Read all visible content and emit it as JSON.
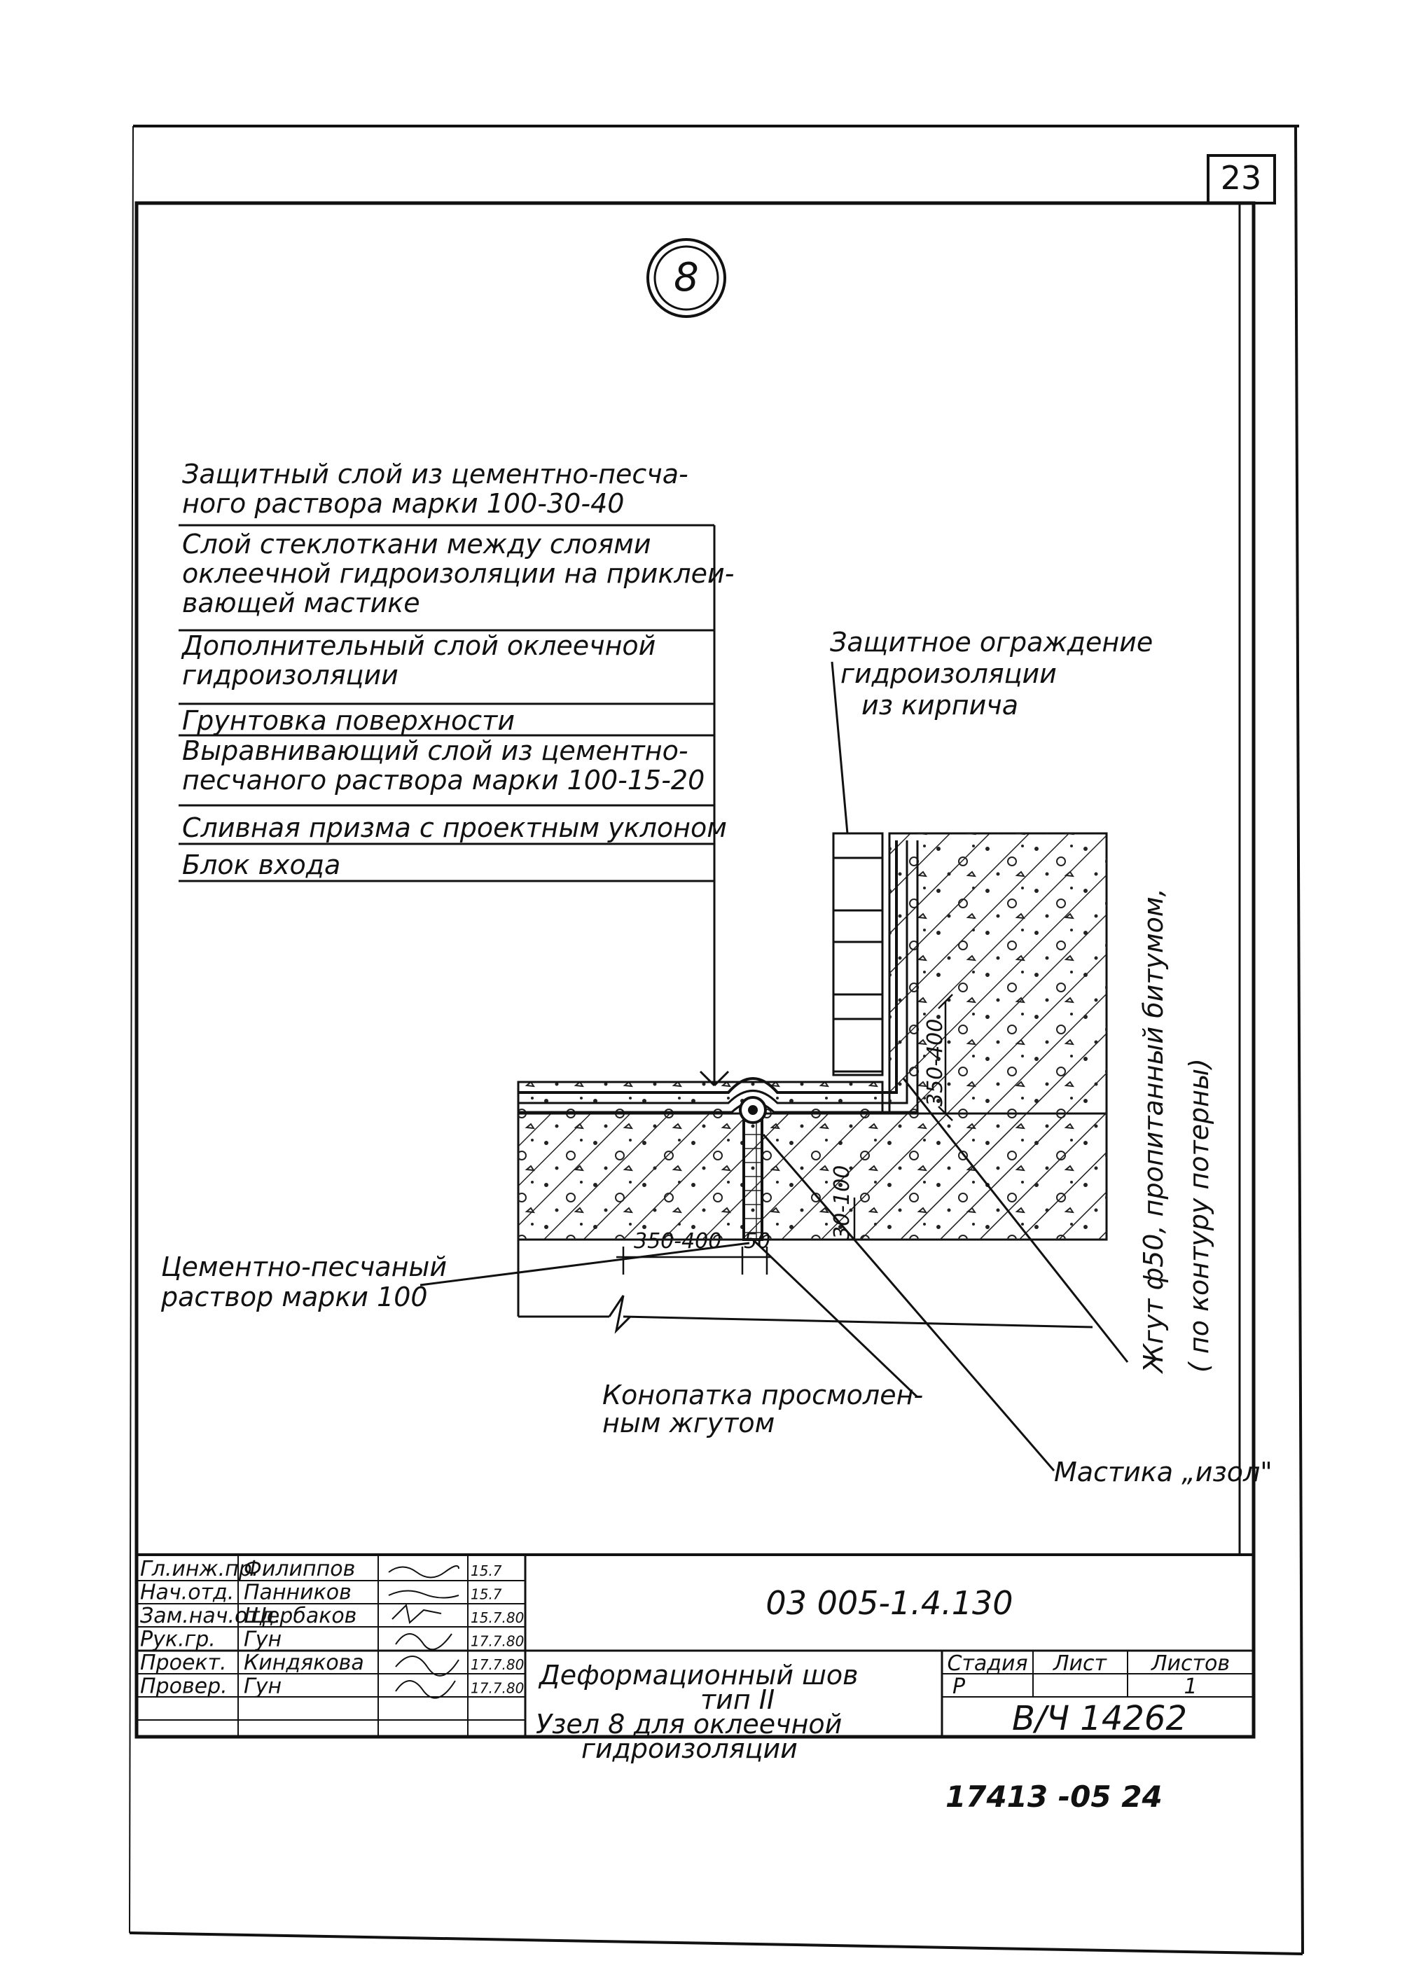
{
  "sheet_number": "23",
  "node_number": "8",
  "layers": [
    [
      "Защитный слой из цементно-песча-",
      "ного раствора марки 100-30-40"
    ],
    [
      "Слой стеклоткани между слоями",
      "оклеечной гидроизоляции на приклеи-",
      "вающей мастике"
    ],
    [
      "Дополнительный слой оклеечной",
      "гидроизоляции"
    ],
    [
      "Грунтовка поверхности"
    ],
    [
      "Выравнивающий слой из цементно-",
      "песчаного раствора марки 100-15-20"
    ],
    [
      "Сливная призма с проектным уклоном"
    ],
    [
      "Блок входа"
    ]
  ],
  "callouts": {
    "brick_guard": [
      "Защитное ограждение",
      "гидроизоляции",
      "из кирпича"
    ],
    "cement_mortar": [
      "Цементно-песчаный",
      "раствор марки 100"
    ],
    "caulking": [
      "Конопатка просмолен-",
      "ным жгутом"
    ],
    "mastic": "Мастика „изол\"",
    "bundle": [
      "Жгут ф50, пропитанный битумом,",
      "( по контуру потерны)"
    ]
  },
  "dimensions": {
    "vertical_upper": "350-400",
    "vertical_lower": "30-100",
    "horizontal_left": "350-400",
    "horizontal_gap": "50"
  },
  "title_block": {
    "staff": [
      {
        "role": "Гл.инж.пр.",
        "name": "Филиппов",
        "date": "15.7"
      },
      {
        "role": "Нач.отд.",
        "name": "Панников",
        "date": "15.7"
      },
      {
        "role": "Зам.нач.отд.",
        "name": "Щербаков",
        "date": "15.7.80"
      },
      {
        "role": "Рук.гр.",
        "name": "Гун",
        "date": "17.7.80"
      },
      {
        "role": "Проект.",
        "name": "Киндякова",
        "date": "17.7.80"
      },
      {
        "role": "Провер.",
        "name": "Гун",
        "date": "17.7.80"
      }
    ],
    "doc_code": "03 005-1.4.130",
    "title_lines": [
      "Деформационный шов",
      "тип II",
      "Узел 8 для оклеечной",
      "гидроизоляции"
    ],
    "stage_header": "Стадия",
    "sheet_header": "Лист",
    "sheets_header": "Листов",
    "stage": "Р",
    "sheet": "",
    "sheets": "1",
    "inventory": "В/Ч 14262"
  },
  "bottom_stamp": "17413 -05   24"
}
